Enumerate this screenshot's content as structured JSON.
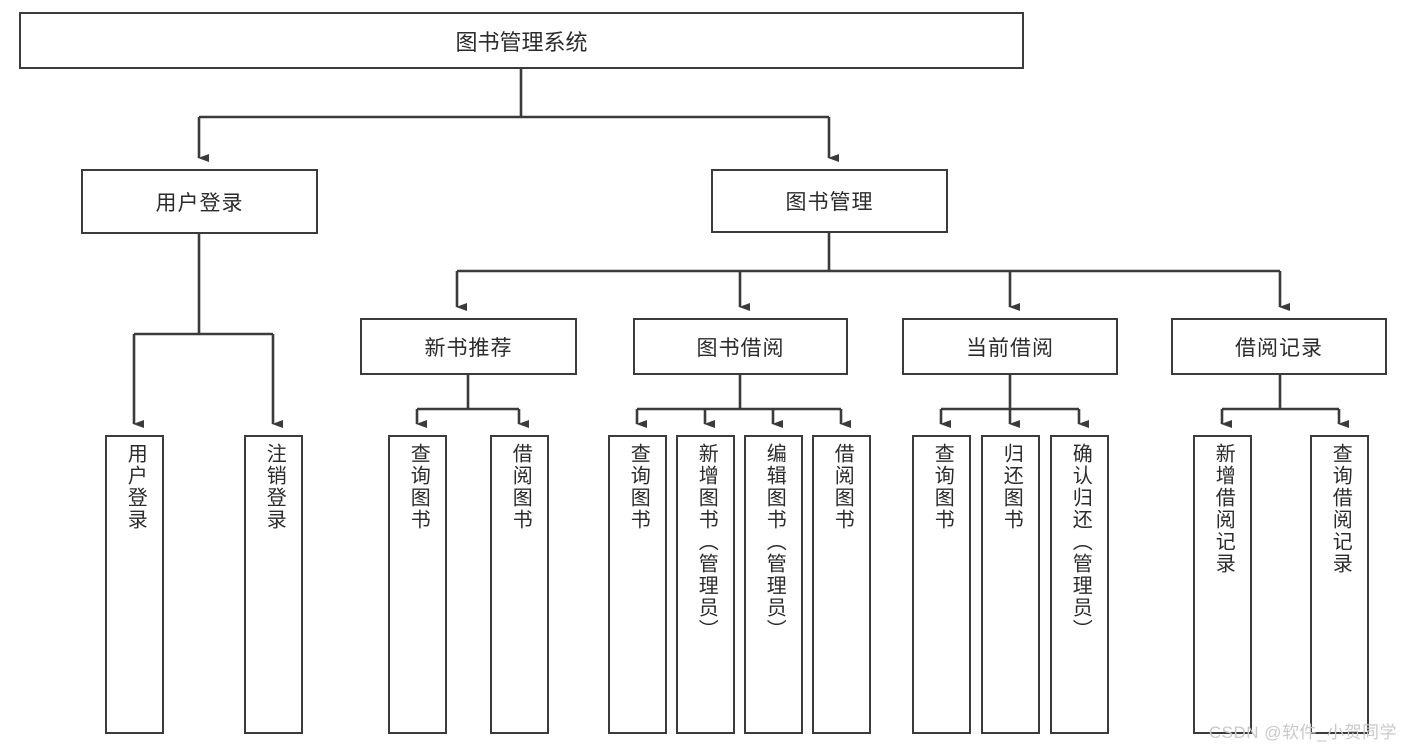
{
  "diagram": {
    "type": "tree-hierarchy-chart",
    "title": "图书管理系统",
    "watermark": "CSDN @软件_小贺同学",
    "colors": {
      "stroke": "#3b3b3b",
      "fill": "#ffffff",
      "text": "#2b2b2b",
      "watermark": "#c9c9c9"
    },
    "levels": [
      {
        "level": 1,
        "nodes": [
          "图书管理系统"
        ]
      },
      {
        "level": 2,
        "nodes": [
          "用户登录",
          "图书管理"
        ]
      },
      {
        "level": 3,
        "nodes": [
          "新书推荐",
          "图书借阅",
          "当前借阅",
          "借阅记录"
        ]
      },
      {
        "level": 4,
        "nodes": [
          "用户登录",
          "注销登录",
          "查询图书",
          "借阅图书",
          "查询图书",
          "新增图书（管理员）",
          "编辑图书（管理员）",
          "借阅图书",
          "查询图书",
          "归还图书",
          "确认归还（管理员）",
          "新增借阅记录",
          "查询借阅记录"
        ]
      }
    ],
    "nodes": {
      "root": {
        "label": "图书管理系统"
      },
      "n_user_login": {
        "label": "用户登录"
      },
      "n_book_mgmt": {
        "label": "图书管理"
      },
      "n_new_book_rec": {
        "label": "新书推荐"
      },
      "n_book_borrow": {
        "label": "图书借阅"
      },
      "n_current_borrow": {
        "label": "当前借阅"
      },
      "n_borrow_record": {
        "label": "借阅记录"
      },
      "l_user_login": {
        "label": "用户登录"
      },
      "l_user_logout": {
        "label": "注销登录"
      },
      "l_query_book_1": {
        "label": "查询图书"
      },
      "l_borrow_book_1": {
        "label": "借阅图书"
      },
      "l_query_book_2": {
        "label": "查询图书"
      },
      "l_add_book": {
        "label": "新增图书（管理员）"
      },
      "l_edit_book": {
        "label": "编辑图书（管理员）"
      },
      "l_borrow_book_2": {
        "label": "借阅图书"
      },
      "l_query_book_3": {
        "label": "查询图书"
      },
      "l_return_book": {
        "label": "归还图书"
      },
      "l_confirm_return": {
        "label": "确认归还（管理员）"
      },
      "l_add_record": {
        "label": "新增借阅记录"
      },
      "l_query_record": {
        "label": "查询借阅记录"
      }
    }
  }
}
